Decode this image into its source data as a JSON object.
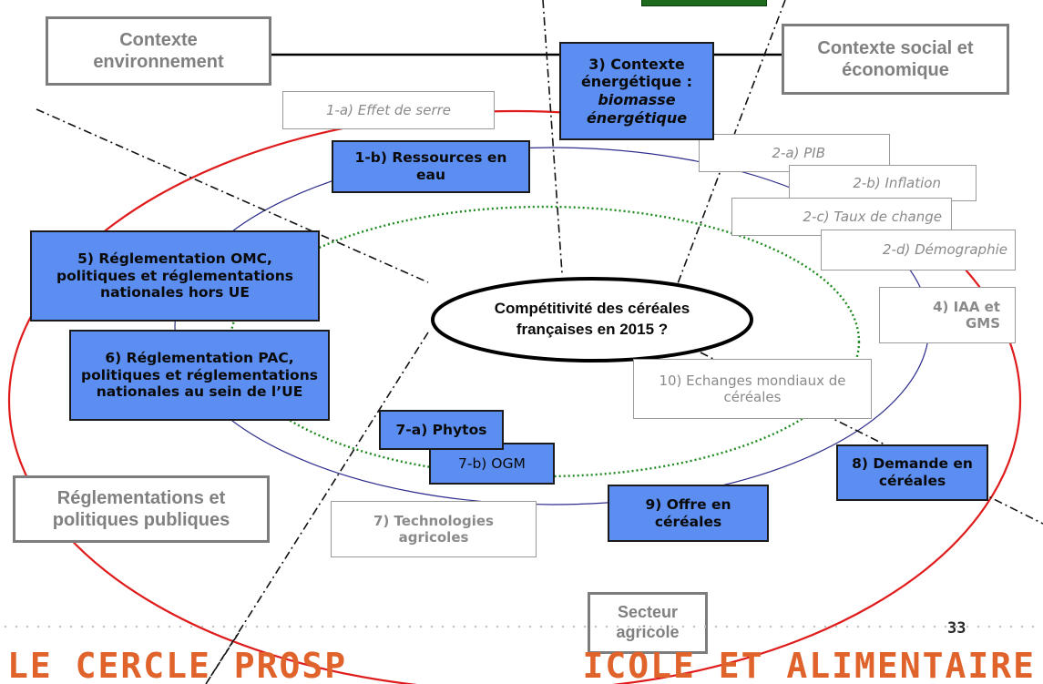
{
  "contexts": {
    "environment": "Contexte environnement",
    "social": "Contexte social et économique",
    "regulations": "Réglementations et politiques publiques",
    "agricultural": "Secteur agricole"
  },
  "center": {
    "line1": "Compétitivité des céréales",
    "line2": "françaises en 2015 ?"
  },
  "boxes": {
    "b1a": "1-a) Effet de serre",
    "b1b": "1-b) Ressources en eau",
    "b2a": "2-a) PIB",
    "b2b": "2-b) Inflation",
    "b2c": "2-c) Taux de change",
    "b2d": "2-d) Démographie",
    "b3_title": "3) Contexte énergétique :",
    "b3_sub": "biomasse énergétique",
    "b4": "4) IAA et GMS",
    "b5": "5) Réglementation OMC, politiques et réglementations nationales hors UE",
    "b6": "6) Réglementation PAC, politiques et réglementations nationales au sein de l’UE",
    "b7": "7) Technologies agricoles",
    "b7a": "7-a) Phytos",
    "b7b": "7-b) OGM",
    "b8": "8) Demande en céréales",
    "b9": "9) Offre en céréales",
    "b10": "10) Echanges mondiaux de céréales"
  },
  "page_number": "33",
  "banner": {
    "left": "LE CERCLE PROSP",
    "right": "ICOLE ET ALIMENTAIRE"
  },
  "colors": {
    "blue_box": "#5b8ef0",
    "red_ellipse": "#e01b1b",
    "navy_ellipse": "#2c2c8c",
    "green_dotted": "#1f8a1f",
    "banner_orange": "#e0632c"
  }
}
